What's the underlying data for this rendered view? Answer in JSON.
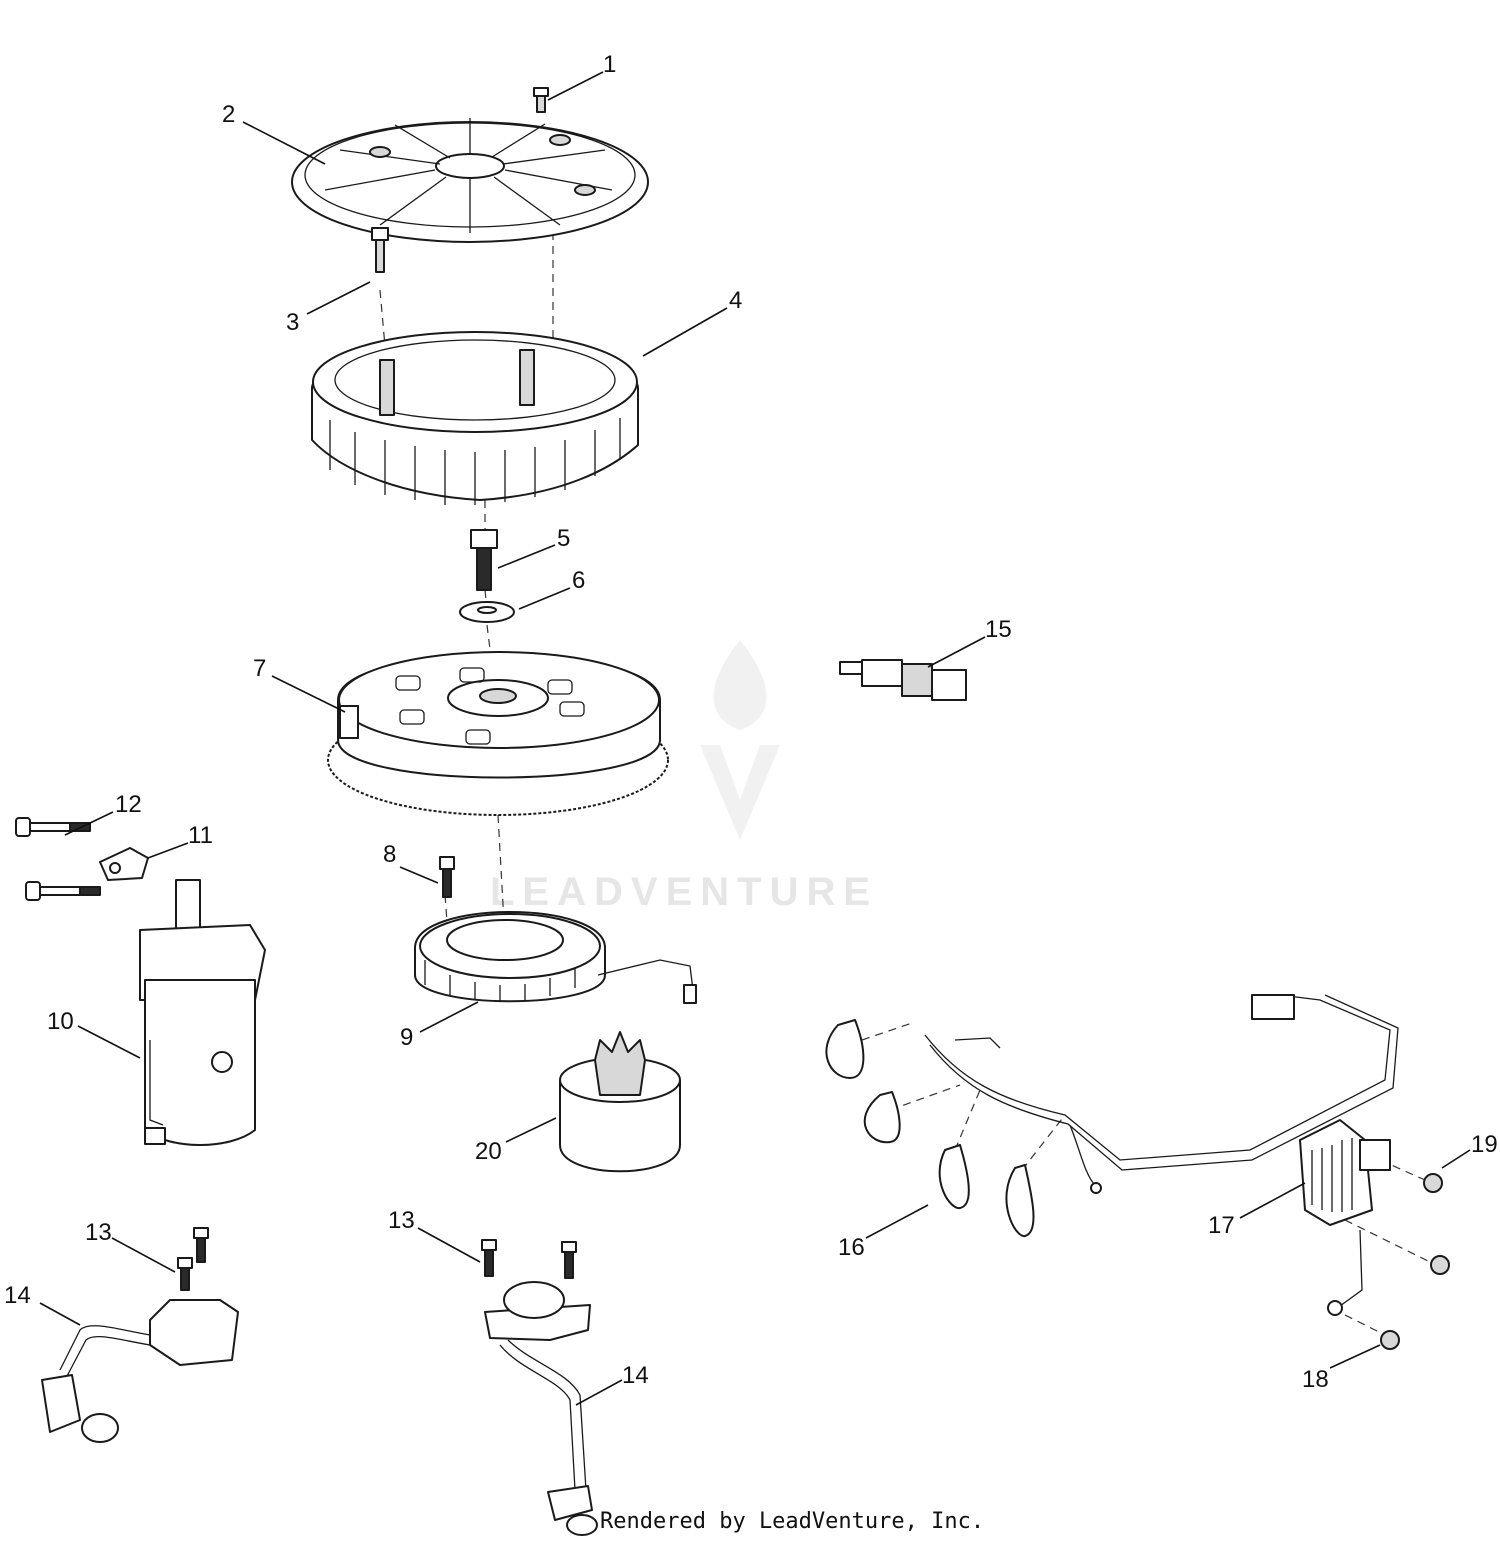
{
  "watermark": {
    "text": "LEADVENTURE"
  },
  "credit": {
    "text": "Rendered by LeadVenture, Inc."
  },
  "callouts": [
    {
      "id": "c1",
      "label": "1"
    },
    {
      "id": "c2",
      "label": "2"
    },
    {
      "id": "c3",
      "label": "3"
    },
    {
      "id": "c4",
      "label": "4"
    },
    {
      "id": "c5",
      "label": "5"
    },
    {
      "id": "c6",
      "label": "6"
    },
    {
      "id": "c7",
      "label": "7"
    },
    {
      "id": "c8",
      "label": "8"
    },
    {
      "id": "c9",
      "label": "9"
    },
    {
      "id": "c10",
      "label": "10"
    },
    {
      "id": "c11",
      "label": "11"
    },
    {
      "id": "c12",
      "label": "12"
    },
    {
      "id": "c13a",
      "label": "13"
    },
    {
      "id": "c13b",
      "label": "13"
    },
    {
      "id": "c14a",
      "label": "14"
    },
    {
      "id": "c14b",
      "label": "14"
    },
    {
      "id": "c15",
      "label": "15"
    },
    {
      "id": "c16",
      "label": "16"
    },
    {
      "id": "c17",
      "label": "17"
    },
    {
      "id": "c18",
      "label": "18"
    },
    {
      "id": "c19",
      "label": "19"
    },
    {
      "id": "c20",
      "label": "20"
    }
  ]
}
